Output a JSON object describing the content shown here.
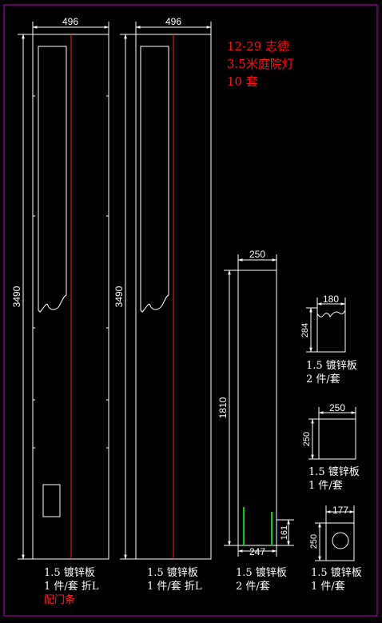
{
  "title": {
    "line1": "12-29 志德",
    "line2": "3.5米庭院灯",
    "line3": "10 套"
  },
  "parts": [
    {
      "dim_width": "496",
      "dim_height": "3490",
      "line1": "1.5 镀锌板",
      "line2": "1 件/套 折L",
      "line3": "配门条"
    },
    {
      "dim_width": "496",
      "dim_height": "3490",
      "line1": "1.5 镀锌板",
      "line2": "1 件/套 折L"
    },
    {
      "dim_width": "250",
      "dim_height": "1810",
      "dim_bottom": "247",
      "dim_small": "161",
      "line1": "1.5 镀锌板",
      "line2": "2 件/套"
    },
    {
      "dim_width": "180",
      "dim_height": "284",
      "line1": "1.5 镀锌板",
      "line2": "2 件/套"
    },
    {
      "dim_width": "250",
      "dim_height": "250",
      "line1": "1.5 镀锌板",
      "line2": "1 件/套"
    },
    {
      "dim_width": "177",
      "dim_height": "250",
      "line1": "1.5 镀锌板",
      "line2": "1 件/套"
    }
  ],
  "colors": {
    "background": "#000000",
    "outline": "#ffffff",
    "centerline": "#ff2020",
    "note": "#ff1010",
    "border": "#c000c0",
    "slot": "#00d000"
  }
}
